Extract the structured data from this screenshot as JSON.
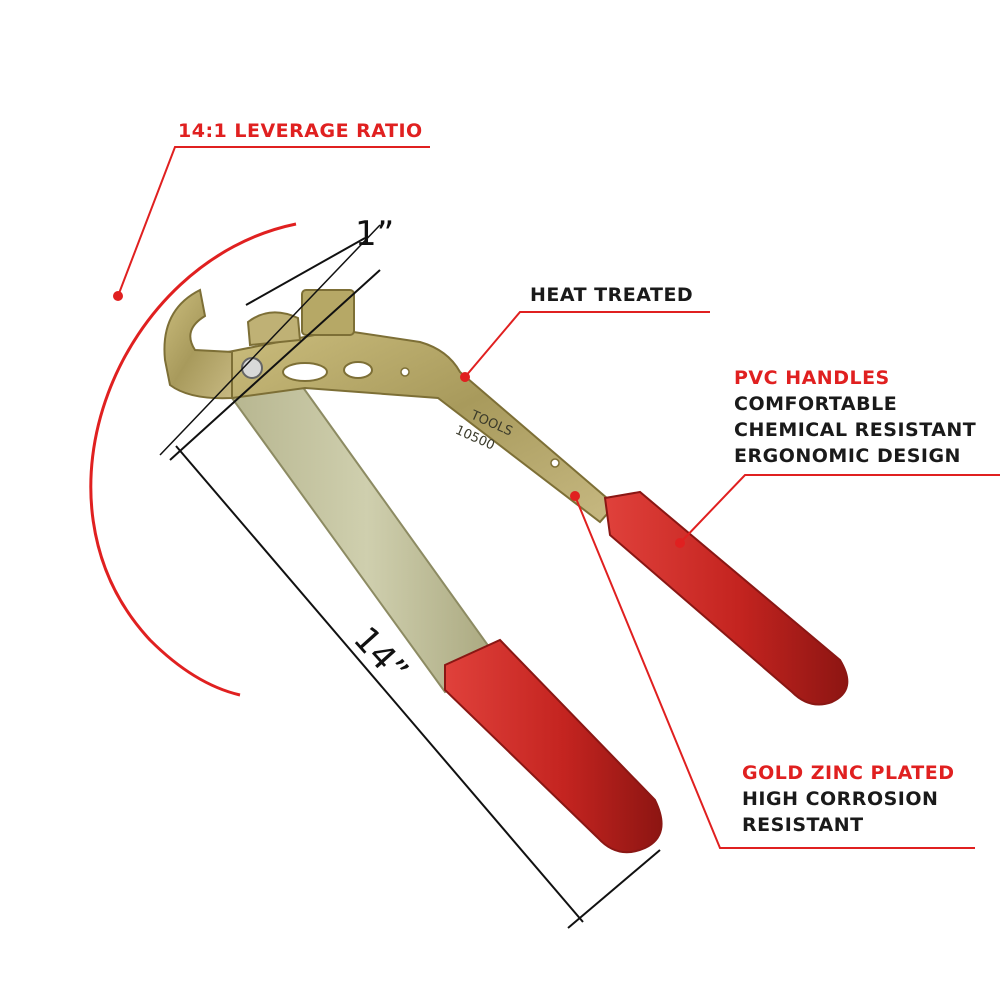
{
  "colors": {
    "accent": "#e02020",
    "text": "#1a1a1a",
    "handle": "#d42a26",
    "metal": "#b8a86a"
  },
  "callouts": {
    "leverage": "14:1 LEVERAGE RATIO",
    "heat": "HEAT TREATED",
    "pvc": {
      "title": "PVC HANDLES",
      "lines": [
        "COMFORTABLE",
        "CHEMICAL RESISTANT",
        "ERGONOMIC DESIGN"
      ]
    },
    "zinc": {
      "title": "GOLD ZINC PLATED",
      "lines": [
        "HIGH CORROSION",
        "RESISTANT"
      ]
    }
  },
  "dimensions": {
    "jaw": "1”",
    "length": "14”"
  },
  "tool_marking": {
    "brand": "TOOLS",
    "model": "10500"
  }
}
